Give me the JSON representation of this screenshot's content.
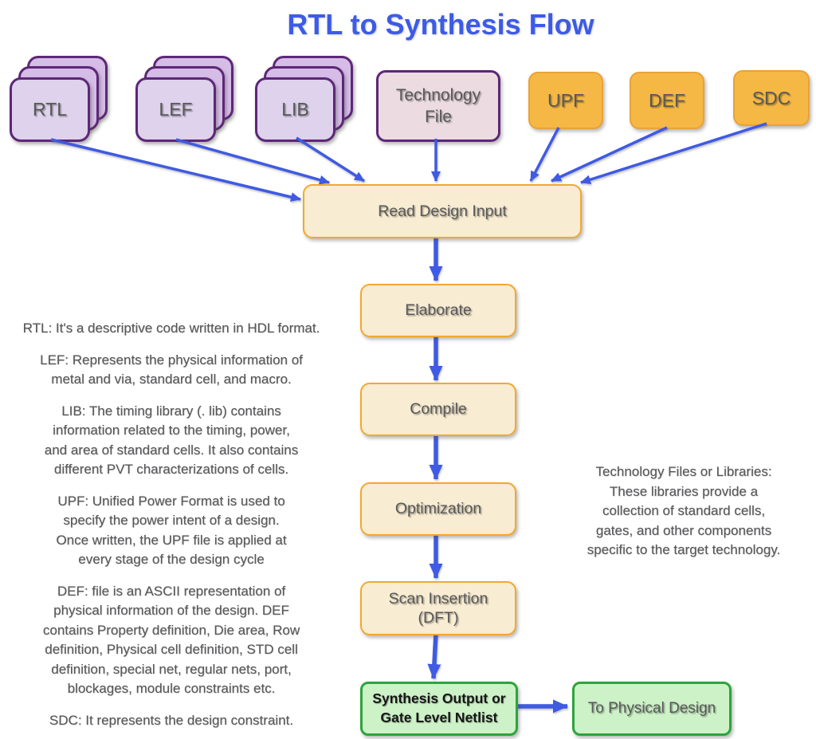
{
  "title": "RTL to Synthesis Flow",
  "colors": {
    "title": "#3d5be6",
    "arrow": "#3f5ae3",
    "purple_border": "#5d2777",
    "purple_card_front": "#ded2ec",
    "purple_card_back": "#d6bde7",
    "tech_fill": "#ecdce2",
    "orange_fill": "#f5b845",
    "orange_border": "#e9a238",
    "process_fill": "#f8ecd2",
    "process_border": "#f2a92e",
    "green_fill": "#cdf2c8",
    "green_border": "#2ea43c",
    "label_text": "#595959",
    "netlist_text": "#161616"
  },
  "inputs": [
    {
      "label": "RTL",
      "type": "stacked-cards"
    },
    {
      "label": "LEF",
      "type": "stacked-cards"
    },
    {
      "label": "LIB",
      "type": "stacked-cards"
    },
    {
      "label": "Technology\nFile",
      "type": "purple-box"
    },
    {
      "label": "UPF",
      "type": "orange-box"
    },
    {
      "label": "DEF",
      "type": "orange-box"
    },
    {
      "label": "SDC",
      "type": "orange-box"
    }
  ],
  "process_steps": [
    {
      "label": "Read Design Input"
    },
    {
      "label": "Elaborate"
    },
    {
      "label": "Compile"
    },
    {
      "label": "Optimization"
    },
    {
      "label": "Scan Insertion\n(DFT)"
    }
  ],
  "outputs": [
    {
      "label": "Synthesis Output or\nGate Level Netlist"
    },
    {
      "label": "To Physical Design"
    }
  ],
  "notes_left": [
    "RTL: It's a descriptive code written in HDL format.",
    "LEF: Represents the physical information of\nmetal and via, standard cell, and macro.",
    "LIB: The timing library (. lib) contains\ninformation related to the timing, power,\nand area of standard cells. It also contains\ndifferent PVT characterizations of cells.",
    "UPF: Unified Power Format is used to\nspecify the power intent of a design.\nOnce written, the UPF file is applied at\nevery stage of the design cycle",
    "DEF: file is an ASCII representation of\nphysical information of the design. DEF\ncontains Property definition, Die area, Row\ndefinition, Physical cell definition, STD cell\ndefinition, special net, regular nets, port,\nblockages, module constraints etc.",
    "SDC: It represents the design constraint."
  ],
  "note_right": "Technology Files or Libraries:\nThese libraries provide a\ncollection of standard cells,\ngates, and other components\nspecific to the target technology."
}
